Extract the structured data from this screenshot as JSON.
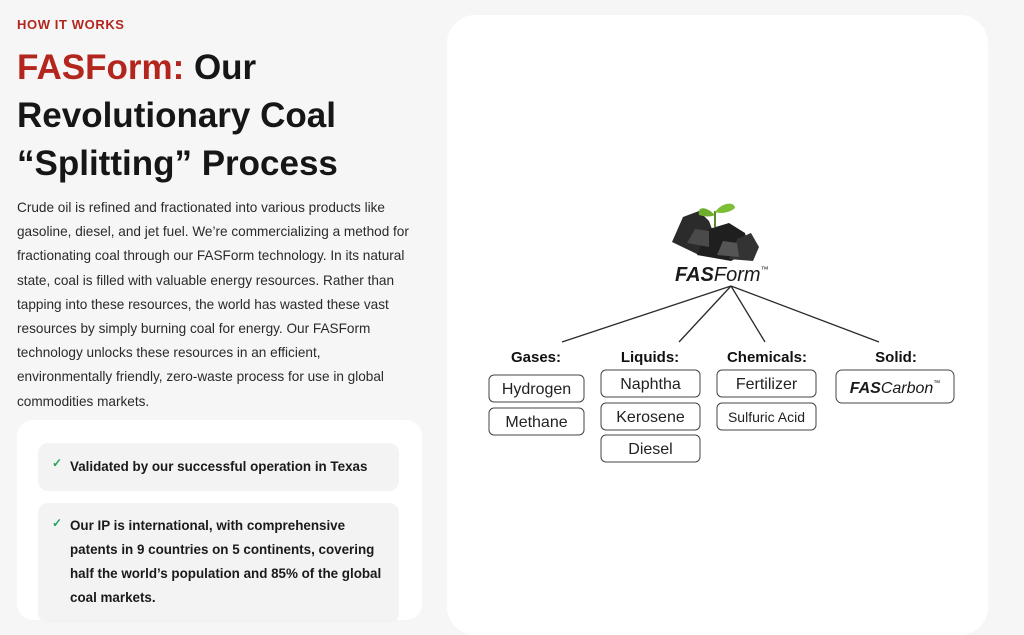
{
  "section": {
    "eyebrow": "HOW IT WORKS",
    "title_accent": "FASForm:",
    "title_rest": " Our Revolutionary Coal “Splitting” Process",
    "body": "Crude oil is refined and fractionated into various products like gasoline, diesel, and jet fuel. We’re commercializing a method for fractionating coal through our FASForm technology. In its natural state, coal is filled with valuable energy resources. Rather than tapping into these resources, the world has wasted these vast resources by simply burning coal for energy. Our FASForm technology unlocks these resources in an efficient, environmentally friendly, zero-waste process for use in global commodities markets."
  },
  "features": [
    {
      "text": "Validated by our successful operation in Texas"
    },
    {
      "text": "Our IP is international, with comprehensive patents in 9 countries on 5 continents, covering half the world’s population and 85% of the global coal markets."
    }
  ],
  "diagram": {
    "logo_fas": "FAS",
    "logo_form": "Form",
    "logo_tm": "™",
    "categories": [
      {
        "label": "Gases:",
        "items": [
          "Hydrogen",
          "Methane"
        ]
      },
      {
        "label": "Liquids:",
        "items": [
          "Naphtha",
          "Kerosene",
          "Diesel"
        ]
      },
      {
        "label": "Chemicals:",
        "items": [
          "Fertilizer",
          "Sulfuric Acid"
        ]
      },
      {
        "label": "Solid:",
        "items": []
      }
    ],
    "solid_fas": "FAS",
    "solid_carbon": "Carbon",
    "solid_tm": "™"
  },
  "colors": {
    "accent": "#b3261e",
    "check": "#22a35a"
  }
}
